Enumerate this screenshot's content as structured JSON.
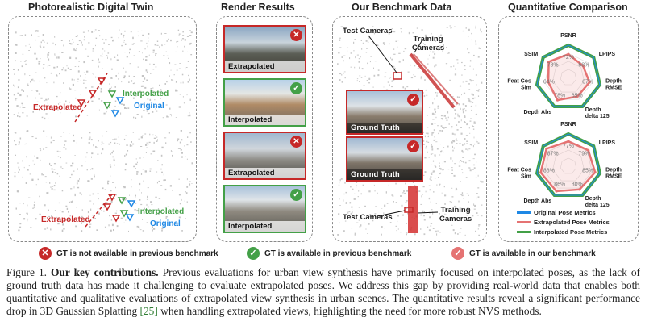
{
  "panels": {
    "digital_twin": {
      "title": "Photorealistic Digital Twin",
      "top": {
        "extrapolated": "Extrapolated",
        "interpolated": "Interpolated",
        "original": "Original"
      },
      "bottom": {
        "extrapolated": "Extrapolated",
        "interpolated": "Interpolated",
        "original": "Original"
      }
    },
    "render": {
      "title": "Render Results",
      "images": [
        {
          "caption": "Extrapolated",
          "status": "x"
        },
        {
          "caption": "Interpolated",
          "status": "check"
        },
        {
          "caption": "Extrapolated",
          "status": "x"
        },
        {
          "caption": "Interpolated",
          "status": "check"
        }
      ]
    },
    "benchmark": {
      "title": "Our Benchmark Data",
      "test_cameras_top": "Test Cameras",
      "training_cameras_top": "Training\nCameras",
      "gt1": "Ground Truth",
      "gt2": "Ground Truth",
      "test_cameras_bottom": "Test Cameras",
      "training_cameras_bottom": "Training\nCameras"
    },
    "quant": {
      "title": "Quantitative Comparison",
      "axes": [
        "PSNR",
        "LPIPS",
        "Depth RMSE",
        "Depth delta 125",
        "Depth Abs",
        "Feat Cos Sim",
        "SSIM"
      ],
      "legend": [
        "Original Pose Metrics",
        "Extrapolated Pose Metrics",
        "Interpolated Pose Metrics"
      ]
    }
  },
  "chart_data": [
    {
      "type": "radar",
      "axes": [
        "PSNR",
        "LPIPS",
        "Depth RMSE",
        "Depth delta 125",
        "Depth Abs",
        "Feat Cos Sim",
        "SSIM"
      ],
      "series": [
        {
          "name": "Original Pose Metrics",
          "values": [
            100,
            100,
            100,
            100,
            100,
            100,
            100
          ]
        },
        {
          "name": "Extrapolated Pose Metrics",
          "values": [
            72,
            58,
            67,
            65,
            78,
            64,
            78
          ]
        },
        {
          "name": "Interpolated Pose Metrics",
          "values": [
            100,
            100,
            100,
            100,
            100,
            100,
            100
          ]
        }
      ],
      "value_labels": [
        "72%",
        "58%",
        "67%",
        "65%",
        "78%",
        "64%",
        "78%"
      ]
    },
    {
      "type": "radar",
      "axes": [
        "PSNR",
        "LPIPS",
        "Depth RMSE",
        "Depth delta 125",
        "Depth Abs",
        "Feat Cos Sim",
        "SSIM"
      ],
      "series": [
        {
          "name": "Original Pose Metrics",
          "values": [
            100,
            100,
            100,
            100,
            100,
            100,
            100
          ]
        },
        {
          "name": "Extrapolated Pose Metrics",
          "values": [
            77,
            79,
            85,
            80,
            86,
            88,
            87
          ]
        },
        {
          "name": "Interpolated Pose Metrics",
          "values": [
            100,
            100,
            100,
            100,
            100,
            100,
            100
          ]
        }
      ],
      "value_labels": [
        "77%",
        "79%",
        "85%",
        "80%",
        "86%",
        "88%",
        "87%"
      ]
    }
  ],
  "legend": {
    "red_x": "GT is not available in previous benchmark",
    "green_check": "GT is available in previous benchmark",
    "red_check": "GT is available in our benchmark"
  },
  "colors": {
    "red": "#c62828",
    "green": "#43a047",
    "blue": "#1e88e5"
  },
  "caption": {
    "prefix": "Figure 1. ",
    "bold": "Our key contributions.",
    "text1": " Previous evaluations for urban view synthesis have primarily focused on interpolated poses, as the lack of ground truth data has made it challenging to evaluate extrapolated poses. We address this gap by providing real-world data that enables both quantitative and qualitative evaluations of extrapolated view synthesis in urban scenes. The quantitative results reveal a significant performance drop in 3D Gaussian Splatting ",
    "ref": "[25]",
    "text2": " when handling extrapolated views, highlighting the need for more robust NVS methods."
  }
}
